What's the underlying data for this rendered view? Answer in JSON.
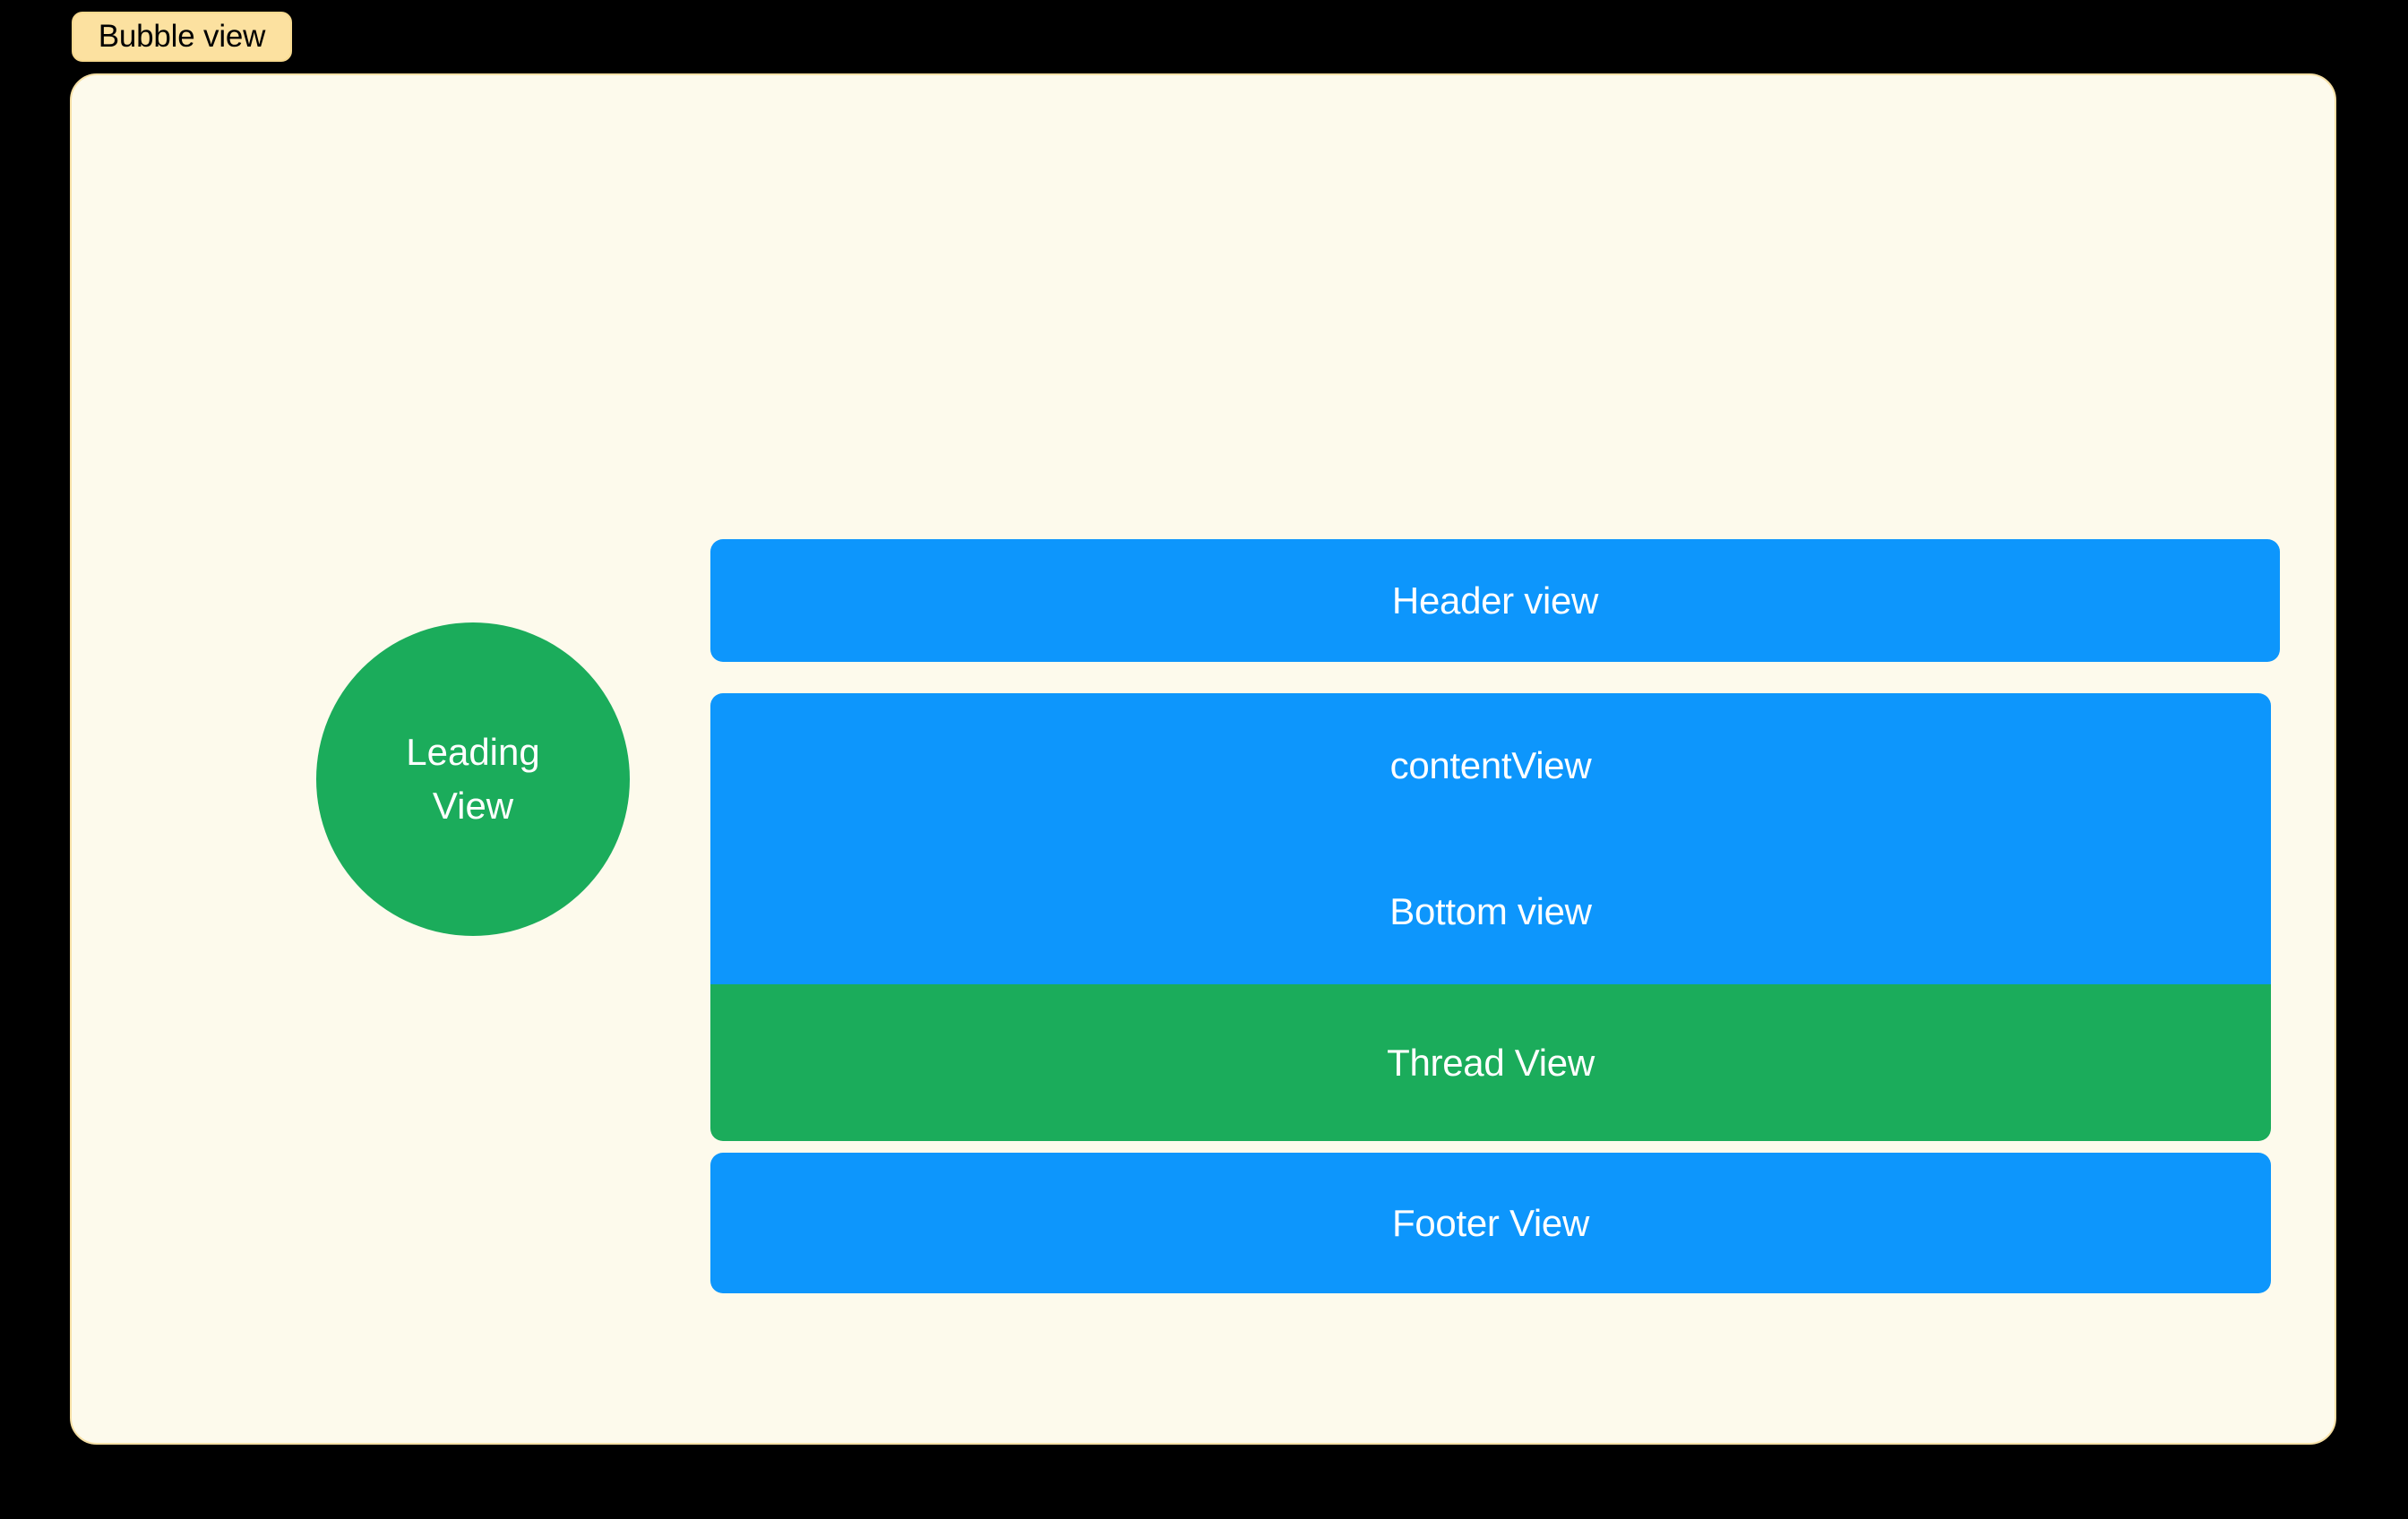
{
  "badge": {
    "label": "Bubble view"
  },
  "canvas": {
    "background_color": "#FDFAEC",
    "border_color": "#F6E0A6"
  },
  "colors": {
    "page_background": "#000000",
    "blue": "#0D96FC",
    "green": "#1BAC5B",
    "badge_background": "#FCE1A0",
    "text_on_fill": "#FFFFFF",
    "badge_text": "#000000"
  },
  "leading_view": {
    "line1": "Leading",
    "line2": "View",
    "shape": "circle",
    "color": "#1BAC5B"
  },
  "stack": {
    "header": {
      "label": "Header view",
      "color": "#0D96FC"
    },
    "content_block": {
      "upper": {
        "color": "#0D96FC",
        "labels": [
          "contentView",
          "Bottom view"
        ]
      },
      "thread": {
        "label": "Thread View",
        "color": "#1BAC5B"
      }
    },
    "footer": {
      "label": "Footer View",
      "color": "#0D96FC"
    }
  }
}
